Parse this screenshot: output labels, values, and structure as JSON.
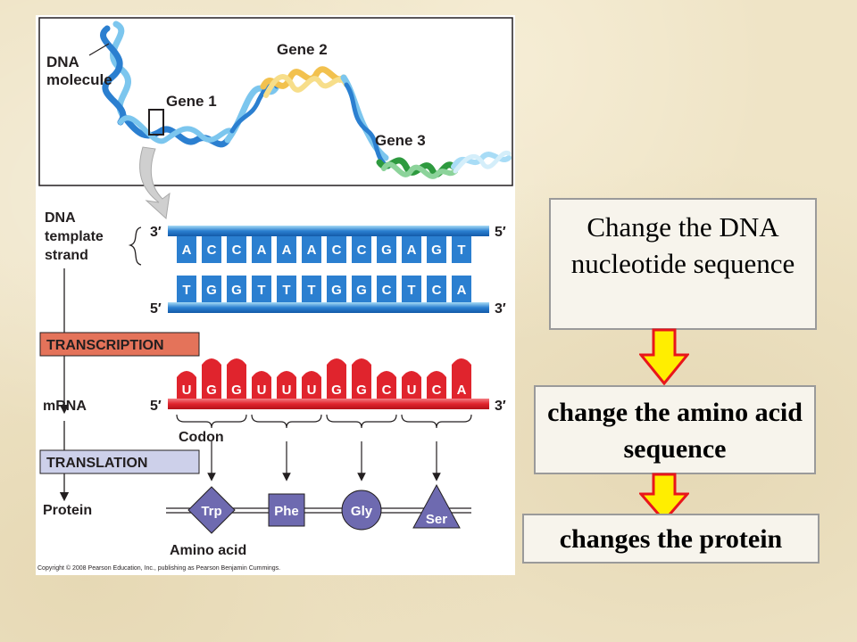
{
  "diagram": {
    "labels": {
      "dna_molecule_line1": "DNA",
      "dna_molecule_line2": "molecule",
      "gene1": "Gene 1",
      "gene2": "Gene 2",
      "gene3": "Gene 3",
      "dna_template_line1": "DNA",
      "dna_template_line2": "template",
      "dna_template_line3": "strand",
      "prime3": "3′",
      "prime5": "5′",
      "transcription": "TRANSCRIPTION",
      "mrna": "mRNA",
      "codon": "Codon",
      "translation": "TRANSLATION",
      "protein": "Protein",
      "amino_acid": "Amino acid",
      "copyright": "Copyright © 2008 Pearson Education, Inc., publishing as Pearson Benjamin Cummings."
    },
    "template_bases": [
      "A",
      "C",
      "C",
      "A",
      "A",
      "A",
      "C",
      "C",
      "G",
      "A",
      "G",
      "T"
    ],
    "complement_bases": [
      "T",
      "G",
      "G",
      "T",
      "T",
      "T",
      "G",
      "G",
      "C",
      "T",
      "C",
      "A"
    ],
    "mrna_bases": [
      "U",
      "G",
      "G",
      "U",
      "U",
      "U",
      "G",
      "G",
      "C",
      "U",
      "C",
      "A"
    ],
    "amino_acids": [
      "Trp",
      "Phe",
      "Gly",
      "Ser"
    ],
    "colors": {
      "dna_blue": "#2b7fd0",
      "dna_light": "#7cc6ee",
      "gene2_yellow": "#f2c14e",
      "gene3_green": "#2e9a3f",
      "mrna_red": "#e0242d",
      "transcription_bg": "#e4735a",
      "translation_bg": "#cdd0ea",
      "amino_purple": "#6e6ab0"
    }
  },
  "callouts": {
    "box1": "Change the DNA nucleotide sequence",
    "box2": "change the amino acid sequence",
    "box3": "changes the protein"
  },
  "arrow_colors": {
    "fill": "#ffee00",
    "stroke": "#e8161b"
  }
}
